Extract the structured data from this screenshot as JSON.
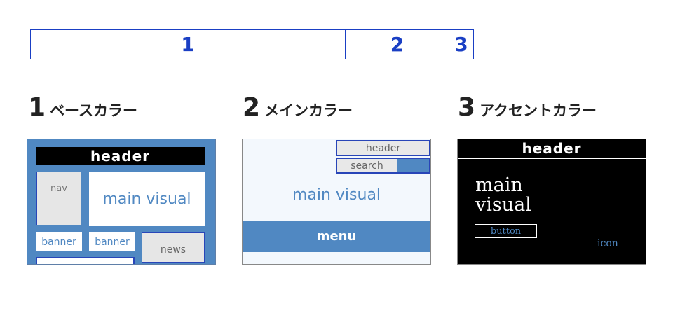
{
  "ratio_bar": {
    "segments": [
      {
        "label": "1"
      },
      {
        "label": "2"
      },
      {
        "label": "3"
      }
    ]
  },
  "sections": [
    {
      "number": "1",
      "title": "ベースカラー"
    },
    {
      "number": "2",
      "title": "メインカラー"
    },
    {
      "number": "3",
      "title": "アクセントカラー"
    }
  ],
  "base_panel": {
    "header": "header",
    "nav": "nav",
    "main_visual": "main visual",
    "banner_1": "banner",
    "banner_2": "banner",
    "news": "news"
  },
  "main_panel": {
    "header": "header",
    "search": "search",
    "main_visual": "main visual",
    "menu": "menu"
  },
  "accent_panel": {
    "header": "header",
    "main_visual_line1": "main",
    "main_visual_line2": "visual",
    "button": "button",
    "icon": "icon"
  },
  "colors": {
    "accent_line": "#1a3fc4",
    "main_blue": "#5088c2",
    "light_gray": "#e6e6e6",
    "black": "#000000",
    "white": "#ffffff",
    "pale_blue": "#f3f8fd"
  }
}
